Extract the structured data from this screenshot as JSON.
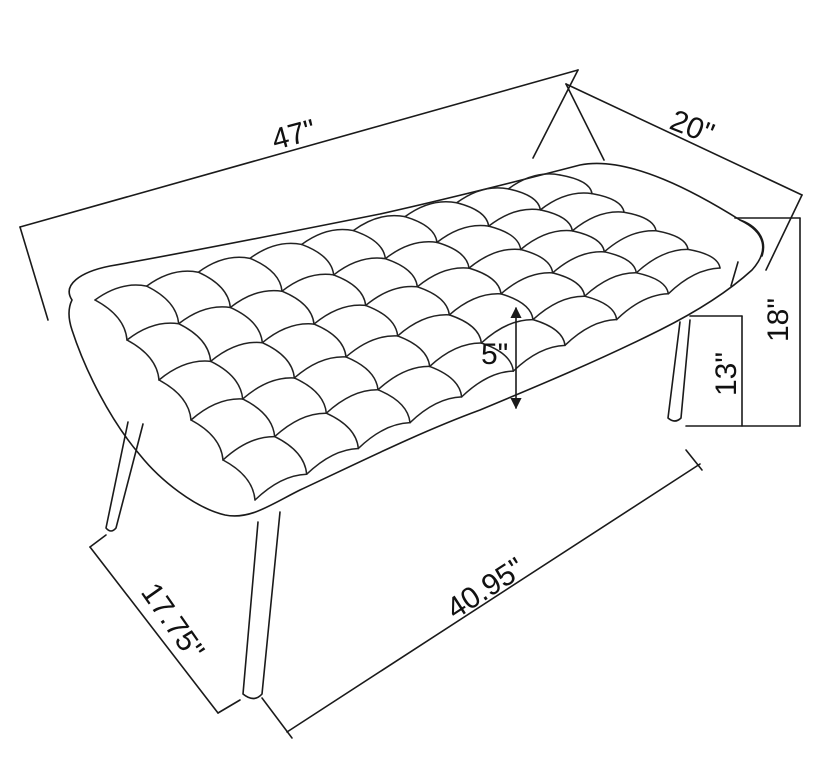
{
  "dimensions": {
    "overall_length": "47\"",
    "overall_depth": "20\"",
    "overall_height": "18\"",
    "seat_to_leg_height": "13\"",
    "cushion_thickness": "5\"",
    "leg_span_length": "40.95\"",
    "leg_span_depth": "17.75\""
  },
  "colors": {
    "line": "#1a1a1a",
    "background": "#ffffff"
  }
}
